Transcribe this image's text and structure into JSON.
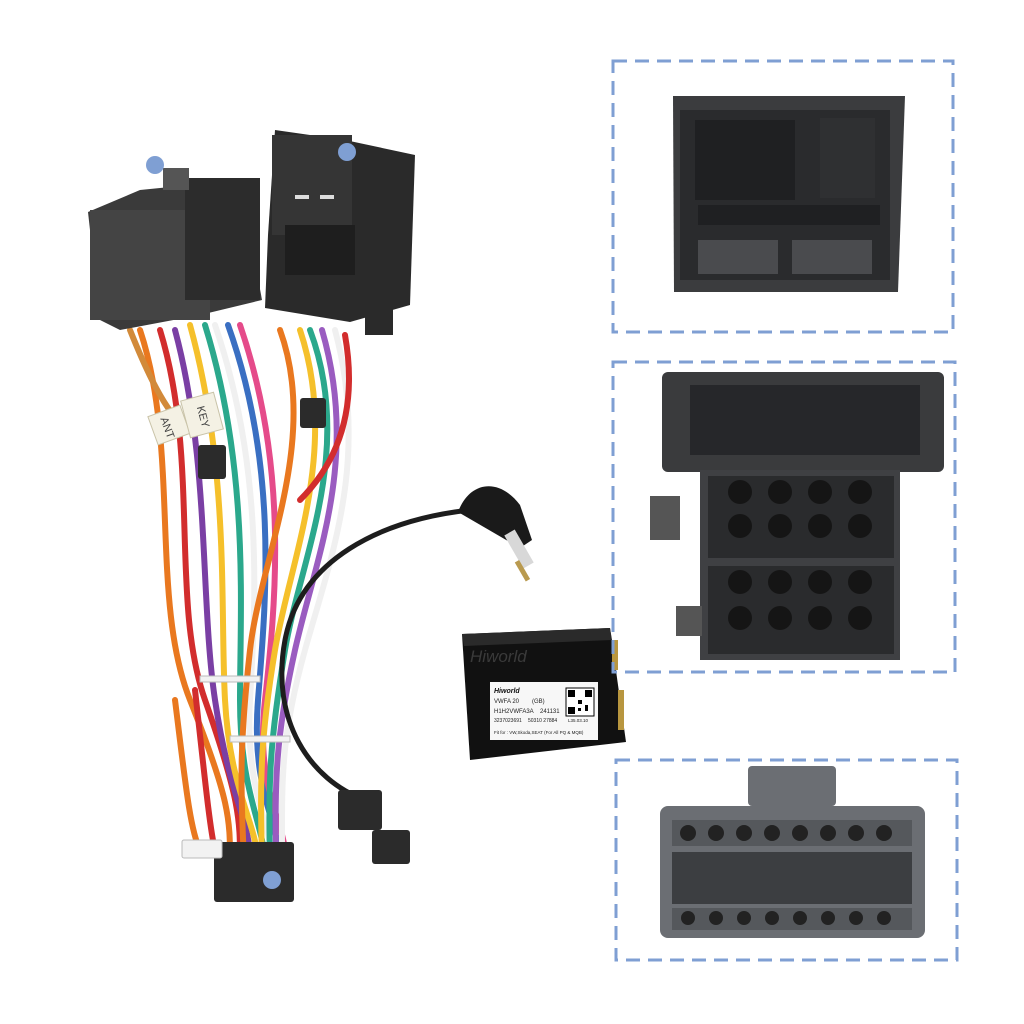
{
  "adapter_box": {
    "brand_emboss": "Hiworld",
    "label": {
      "brand": "Hiworld",
      "model": "VWFA 20",
      "variant": "(GB)",
      "part_code": "H1H2VWFA3A",
      "batch": "241131",
      "serial": "3237023691",
      "serial2": "50310 27884",
      "version": "L35.03.10",
      "fit": "Fit for : VW,Skoda,SEAT (For All PQ & MQB)"
    }
  },
  "harness_tags": {
    "tag1": "ANT",
    "tag2": "KEY"
  },
  "colors": {
    "frame": "#7f9fd3",
    "connector_black": "#2b2b2b",
    "connector_grey": "#6b6e73"
  }
}
